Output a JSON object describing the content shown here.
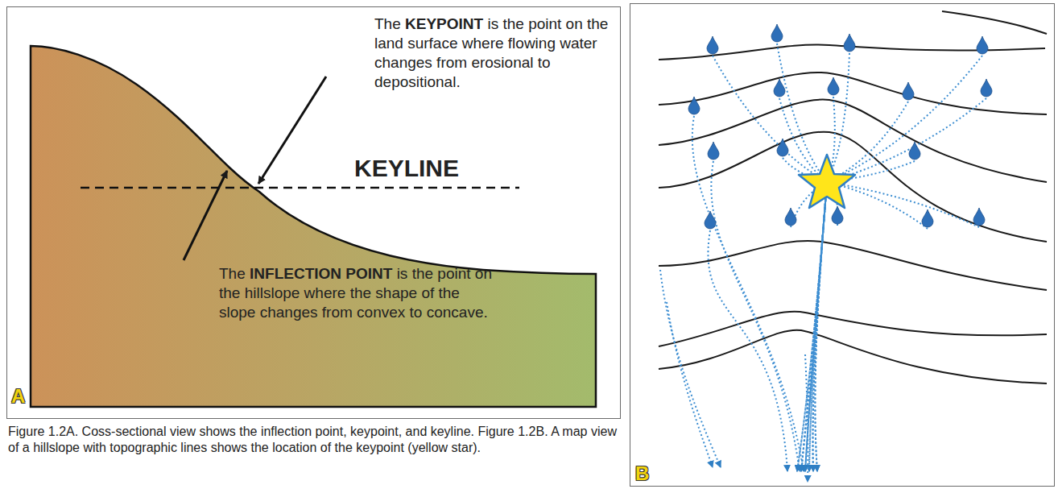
{
  "diagram": {
    "caption": "Figure 1.2A. Coss-sectional view shows the inflection point, keypoint, and keyline. Figure 1.2B. A map view of a hillslope with topographic lines shows the location of the keypoint (yellow star).",
    "labels": [
      "The KEYPOINT is the point on the land surface where flowing water changes from erosional to depositional.",
      "KEYLINE",
      "The INFLECTION POINT is the point on the hillslope where the shape of the slope changes from convex to concave.",
      "A",
      "B"
    ]
  }
}
